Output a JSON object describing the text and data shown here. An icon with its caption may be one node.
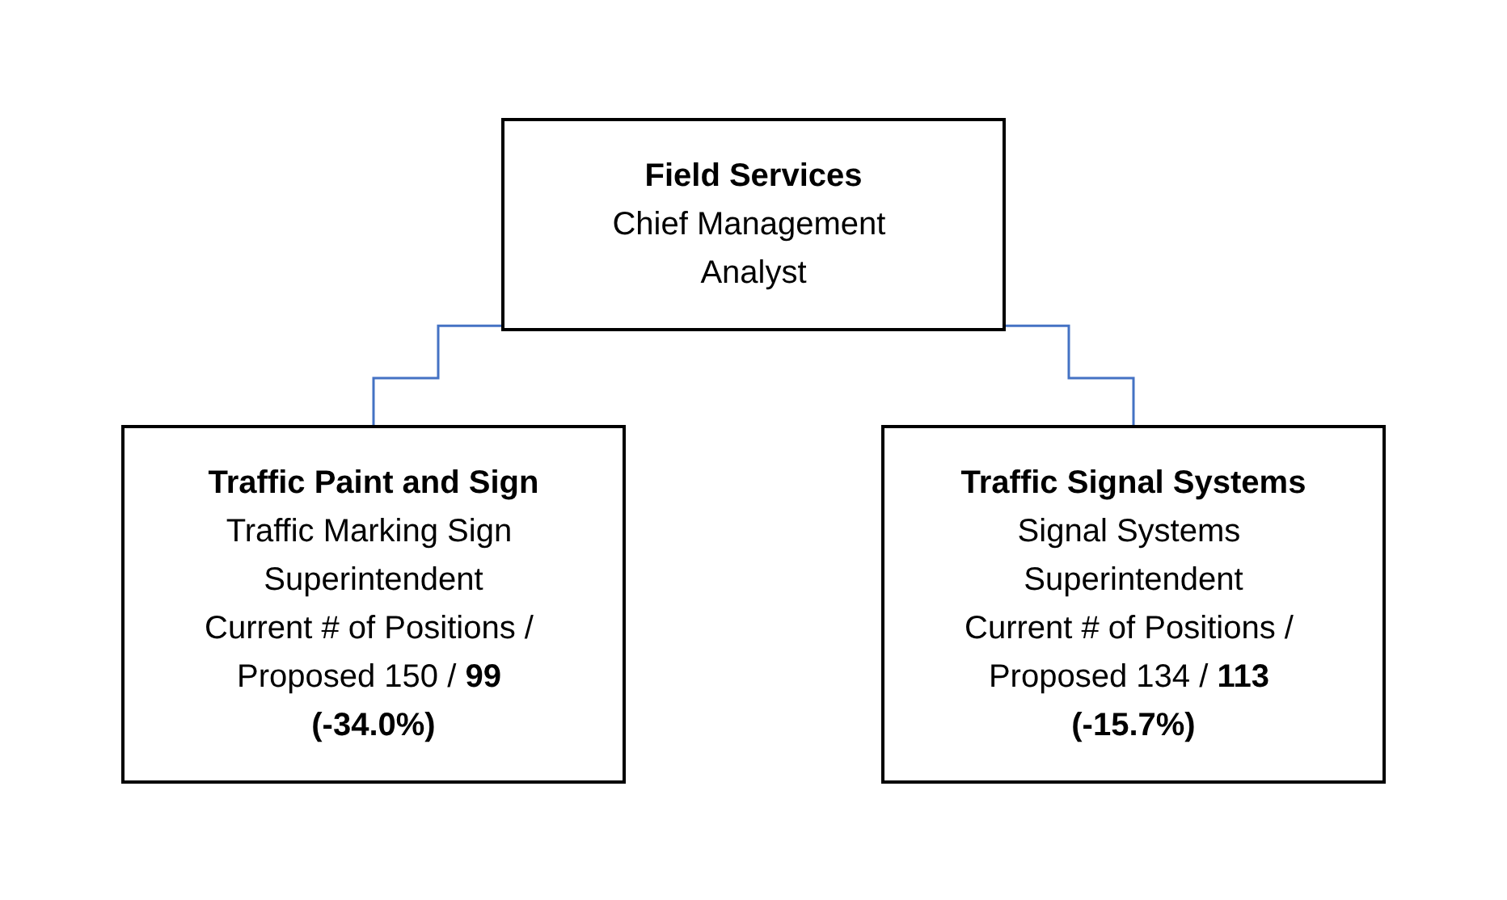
{
  "diagram": {
    "nodes": [
      {
        "text": [
          "Field Services",
          "Chief Management Analyst"
        ]
      },
      {
        "text": [
          "Traffic Paint and Sign",
          "Traffic Marking Sign Superintendent",
          "Current # of Positions / Proposed 150 / **99 (-34.0%)**"
        ]
      },
      {
        "text": [
          "Traffic Signal Systems",
          "Signal Systems Superintendent",
          "Current # of Positions / Proposed 134 / **113 (-15.7%)**"
        ]
      }
    ],
    "edges": [
      {
        "from": 0,
        "to": 1,
        "arrow": "none"
      },
      {
        "from": 0,
        "to": 2,
        "arrow": "none"
      }
    ]
  }
}
